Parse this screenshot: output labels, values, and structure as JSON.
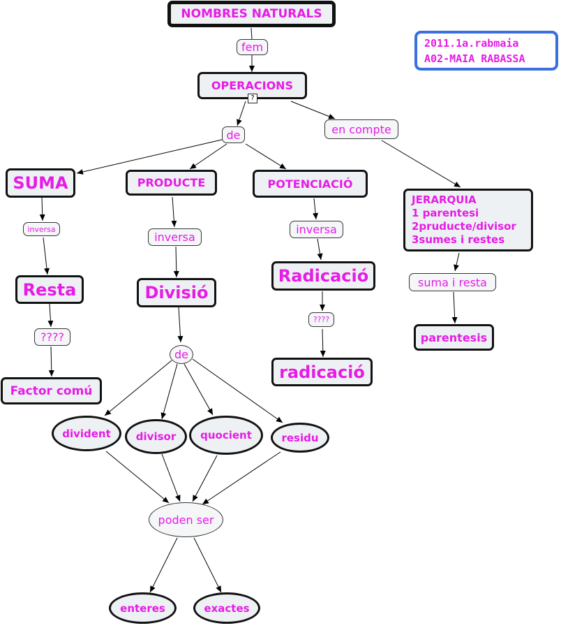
{
  "title": "NOMBRES NATURALS",
  "info": {
    "line1": "2011.1a.rabmaia",
    "line2": "A02-MAIA RABASSA"
  },
  "nodes": {
    "operacions": "OPERACIONS",
    "suma": "SUMA",
    "producte": "PRODUCTE",
    "potenciacio": "POTENCIACIÓ",
    "resta": "Resta",
    "divisio": "Divisió",
    "radicacio": "Radicació",
    "radicacio_low": "radicació",
    "factor_comu": "Factor comú",
    "dividend": "divident",
    "divisor": "divisor",
    "quocient": "quocient",
    "residu": "residu",
    "enteres": "enteres",
    "exactes": "exactes",
    "parentesis": "parentesis",
    "jerarquia": [
      "JERARQUIA",
      "1 parentesi",
      "2pruducte/divisor",
      "3sumes i restes"
    ]
  },
  "links": {
    "fem": "fem",
    "de_top": "de",
    "en_compte": "en compte",
    "inversa_suma": "inversa",
    "inversa_producte": "inversa",
    "inversa_potenciacio": "inversa",
    "unknown_resta": "????",
    "unknown_radicacio": "????",
    "de_divisio": "de",
    "poden_ser": "poden ser",
    "suma_i_resta": "suma i resta"
  },
  "icons": {
    "attachment": "question-doc-icon",
    "attachment_glyph": "?"
  },
  "colors": {
    "text": "#e61be6",
    "node_fill": "#eef1f3",
    "border": "#111111",
    "info_border": "#3a6fe0"
  }
}
